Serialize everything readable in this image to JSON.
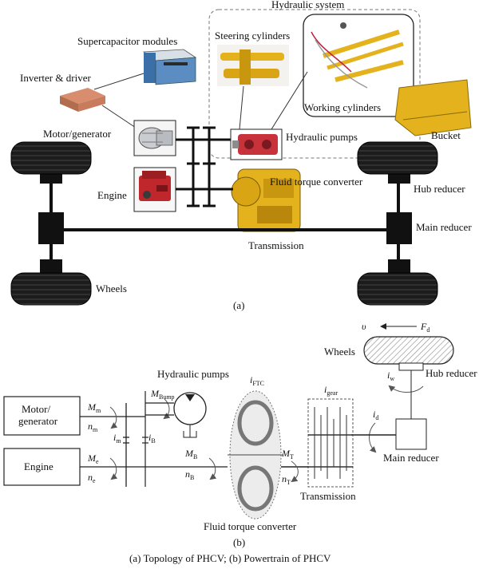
{
  "panel_a": {
    "hydraulic_system": "Hydraulic system",
    "supercapacitor": "Supercapacitor modules",
    "inverter": "Inverter & driver",
    "motor_generator": "Motor/generator",
    "engine": "Engine",
    "steering_cylinders": "Steering cylinders",
    "working_cylinders": "Working cylinders",
    "hydraulic_pumps": "Hydraulic pumps",
    "bucket": "Bucket",
    "fluid_torque_converter": "Fluid torque converter",
    "hub_reducer": "Hub reducer",
    "main_reducer": "Main reducer",
    "transmission": "Transmission",
    "wheels": "Wheels",
    "label": "(a)"
  },
  "panel_b": {
    "v": "υ",
    "fd": "F",
    "fd_sub": "d",
    "wheels": "Wheels",
    "hub_reducer": "Hub reducer",
    "iw": "i",
    "iw_sub": "w",
    "hydraulic_pumps": "Hydraulic pumps",
    "ifcc": "i",
    "ifcc_sub": "FTC",
    "igear": "i",
    "igear_sub": "gear",
    "motor_generator_line1": "Motor/",
    "motor_generator_line2": "generator",
    "mm": "M",
    "mm_sub": "m",
    "nm": "n",
    "nm_sub": "m",
    "mbump": "M",
    "mbump_sub": "Bump",
    "im": "i",
    "im_sub": "m",
    "ib": "i",
    "ib_sub": "B",
    "id": "i",
    "id_sub": "d",
    "engine": "Engine",
    "me": "M",
    "me_sub": "e",
    "ne": "n",
    "ne_sub": "e",
    "mb": "M",
    "mb_sub": "B",
    "nb": "n",
    "nb_sub": "B",
    "mt": "M",
    "mt_sub": "T",
    "nt": "n",
    "nt_sub": "T",
    "main_reducer": "Main reducer",
    "transmission": "Transmission",
    "fluid_torque_converter": "Fluid torque converter",
    "label": "(b)"
  },
  "caption": "(a) Topology of PHCV; (b) Powertrain of PHCV",
  "colors": {
    "tire": "#1c1c1c",
    "yellow_part": "#e3b21d",
    "engine_red": "#c0272d",
    "pump_red": "#c8323a",
    "battery_blue": "#3a6fa8",
    "hatch": "#888888"
  }
}
